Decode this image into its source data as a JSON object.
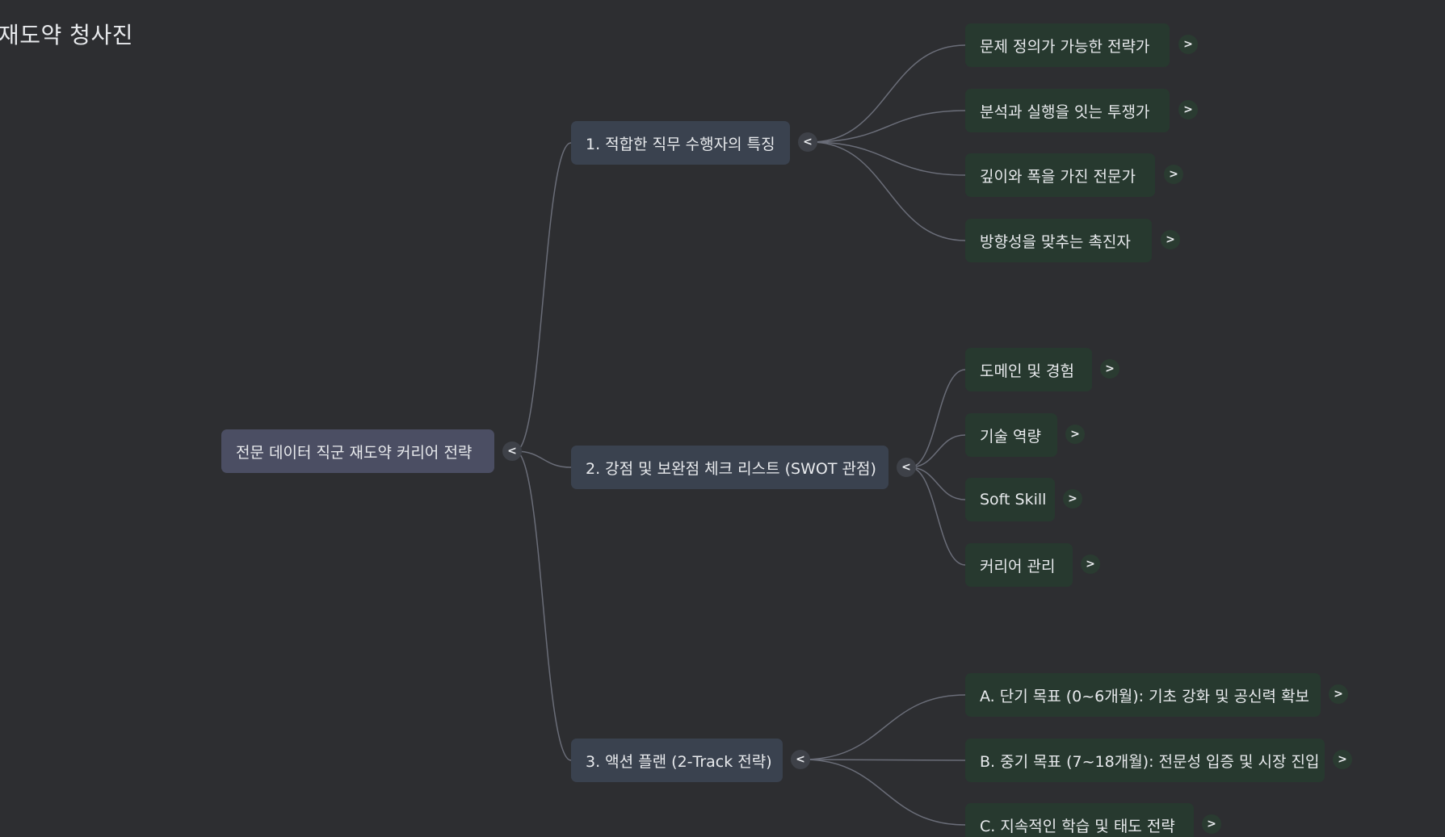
{
  "page": {
    "title": "재도약 청사진"
  },
  "mindmap": {
    "root": {
      "label": "전문 데이터 직군 재도약 커리어 전략",
      "toggle": "<"
    },
    "branches": [
      {
        "label": "1. 적합한 직무 수행자의 특징",
        "toggle": "<",
        "children": [
          {
            "label": "문제 정의가 가능한 전략가",
            "toggle": ">"
          },
          {
            "label": "분석과 실행을 잇는 투쟁가",
            "toggle": ">"
          },
          {
            "label": "깊이와 폭을 가진 전문가",
            "toggle": ">"
          },
          {
            "label": "방향성을 맞추는 촉진자",
            "toggle": ">"
          }
        ]
      },
      {
        "label": "2. 강점 및 보완점 체크 리스트 (SWOT 관점)",
        "toggle": "<",
        "children": [
          {
            "label": "도메인 및 경험",
            "toggle": ">"
          },
          {
            "label": "기술 역량",
            "toggle": ">"
          },
          {
            "label": "Soft Skill",
            "toggle": ">"
          },
          {
            "label": "커리어 관리",
            "toggle": ">"
          }
        ]
      },
      {
        "label": "3. 액션 플랜 (2-Track 전략)",
        "toggle": "<",
        "children": [
          {
            "label": "A. 단기 목표 (0~6개월): 기초 강화 및 공신력 확보",
            "toggle": ">"
          },
          {
            "label": "B. 중기 목표 (7~18개월): 전문성 입증 및 시장 진입",
            "toggle": ">"
          },
          {
            "label": "C. 지속적인 학습 및 태도 전략",
            "toggle": ">"
          }
        ]
      }
    ]
  },
  "colors": {
    "background": "#2d2e31",
    "root_node": "#4b4e63",
    "branch_node": "#3a424f",
    "leaf_node": "#27392f",
    "connector": "#6a6d78"
  }
}
